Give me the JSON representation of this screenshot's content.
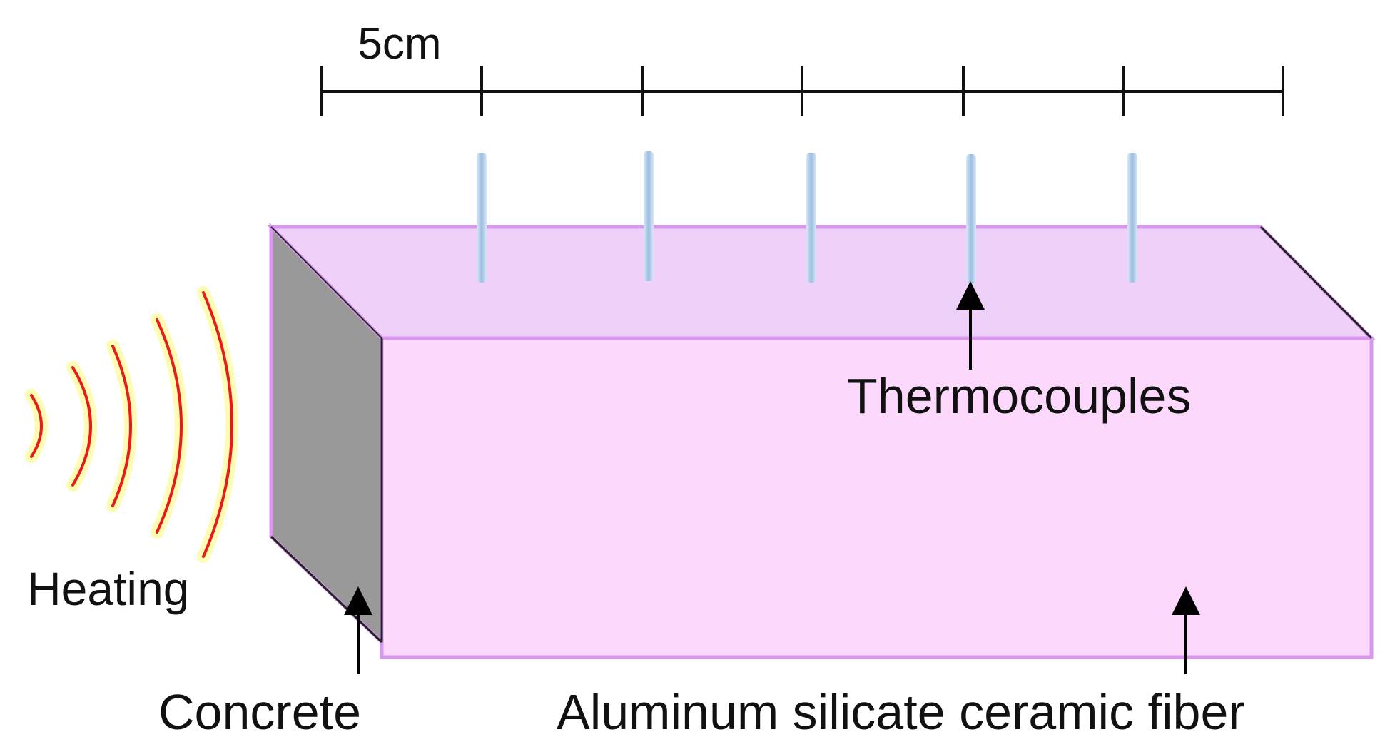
{
  "labels": {
    "scale": "5cm",
    "heating": "Heating",
    "thermocouples": "Thermocouples",
    "concrete": "Concrete",
    "fiber": "Aluminum silicate ceramic fiber"
  },
  "colors": {
    "box_front": "#fcd9fc",
    "box_top": "#efd0f9",
    "box_edge": "#d896ef",
    "concrete": "#999999",
    "wave_core": "#e81b1b",
    "wave_glow": "#fdfcae",
    "thermocouple": "#bfd6ee"
  },
  "icons": [
    "heat-wave-icon",
    "thermocouple-probe-icon"
  ]
}
